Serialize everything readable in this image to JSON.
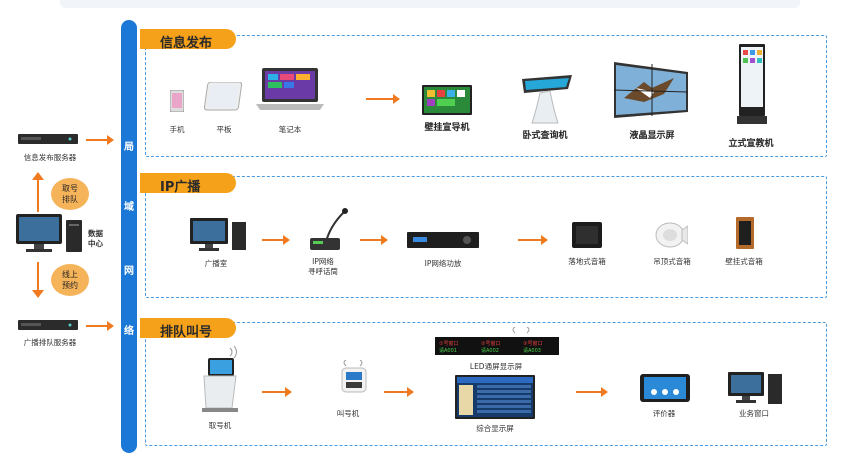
{
  "lan": [
    "局",
    "域",
    "网",
    "络"
  ],
  "left": {
    "info_server": "信息发布服务器",
    "queue_bubble": [
      "取号",
      "排队"
    ],
    "data_center": [
      "数据",
      "中心"
    ],
    "online_bubble": [
      "线上",
      "预约"
    ],
    "broadcast_server": "广播排队服务器"
  },
  "sections": {
    "info": {
      "title": "信息发布",
      "phone": "手机",
      "tablet": "平板",
      "laptop": "笔记本",
      "wall_guide": "壁挂宣导机",
      "kiosk": "卧式查询机",
      "lcd_wall": "液晶显示屏",
      "standing": "立式宣教机"
    },
    "ip": {
      "title": "IP广播",
      "room": "广播室",
      "paging": [
        "IP网络",
        "寻呼话筒"
      ],
      "amp": "IP网络功放",
      "floor_spk": "落地式音箱",
      "ceiling_spk": "吊顶式音箱",
      "wall_spk": "壁挂式音箱"
    },
    "queue": {
      "title": "排队叫号",
      "ticket": "取号机",
      "caller": "叫号机",
      "led": "LED通屏显示屏",
      "combo": "综合显示屏",
      "evaluator": "评价器",
      "counter": "业务窗口"
    }
  },
  "colors": {
    "lan": "#1b78d6",
    "title_bg": "#f6a11a",
    "arrow": "#f07a1f",
    "dash": "#4a9ae0"
  }
}
